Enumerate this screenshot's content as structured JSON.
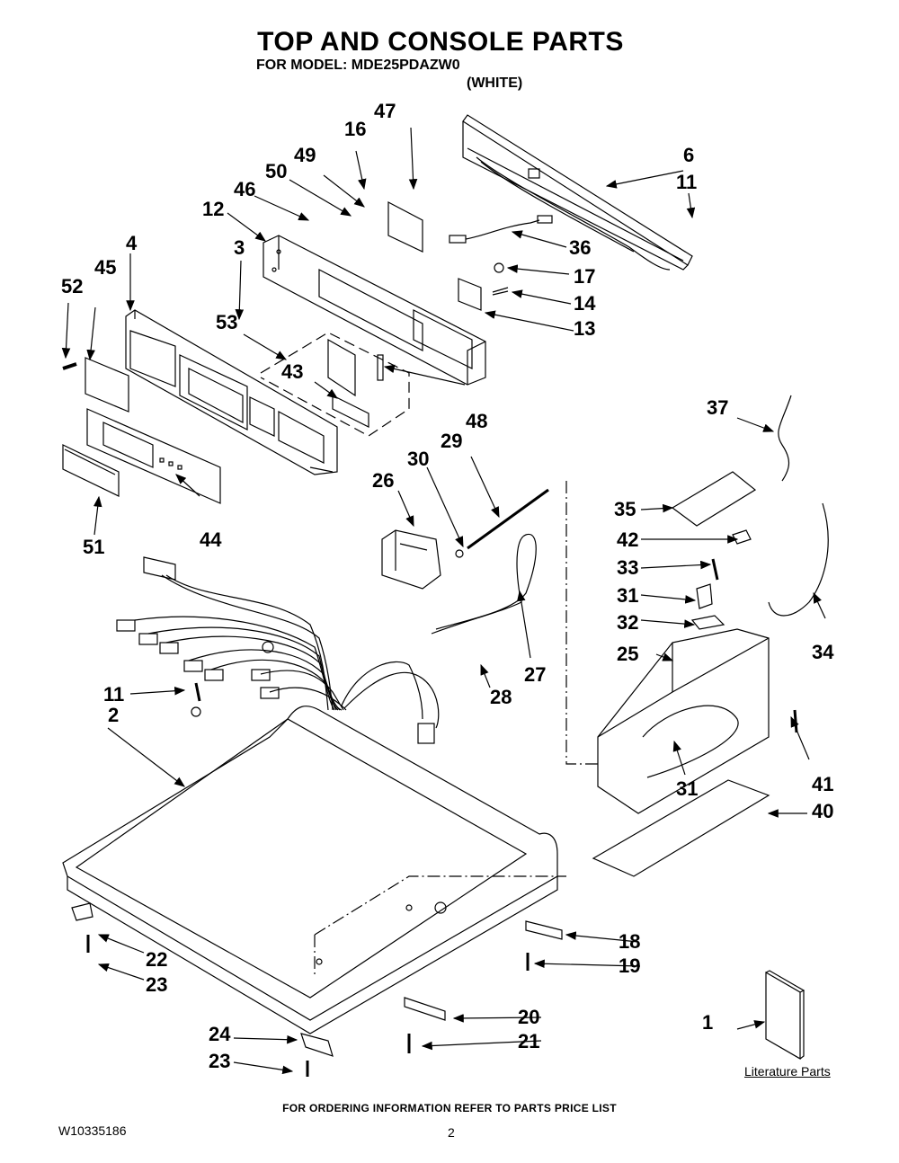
{
  "header": {
    "title": "TOP AND CONSOLE PARTS",
    "subtitle": "FOR MODEL: MDE25PDAZW0",
    "color_variant": "(WHITE)"
  },
  "callouts": [
    {
      "id": "c1",
      "label": "1"
    },
    {
      "id": "c2",
      "label": "2"
    },
    {
      "id": "c3",
      "label": "3"
    },
    {
      "id": "c4",
      "label": "4"
    },
    {
      "id": "c6",
      "label": "6"
    },
    {
      "id": "c11a",
      "label": "11"
    },
    {
      "id": "c11b",
      "label": "11"
    },
    {
      "id": "c12",
      "label": "12"
    },
    {
      "id": "c13",
      "label": "13"
    },
    {
      "id": "c14",
      "label": "14"
    },
    {
      "id": "c16",
      "label": "16"
    },
    {
      "id": "c17",
      "label": "17"
    },
    {
      "id": "c18",
      "label": "18"
    },
    {
      "id": "c19",
      "label": "19"
    },
    {
      "id": "c20",
      "label": "20"
    },
    {
      "id": "c21",
      "label": "21"
    },
    {
      "id": "c22",
      "label": "22"
    },
    {
      "id": "c23a",
      "label": "23"
    },
    {
      "id": "c23b",
      "label": "23"
    },
    {
      "id": "c24",
      "label": "24"
    },
    {
      "id": "c25",
      "label": "25"
    },
    {
      "id": "c26",
      "label": "26"
    },
    {
      "id": "c27",
      "label": "27"
    },
    {
      "id": "c28",
      "label": "28"
    },
    {
      "id": "c29",
      "label": "29"
    },
    {
      "id": "c30",
      "label": "30"
    },
    {
      "id": "c31a",
      "label": "31"
    },
    {
      "id": "c31b",
      "label": "31"
    },
    {
      "id": "c32",
      "label": "32"
    },
    {
      "id": "c33",
      "label": "33"
    },
    {
      "id": "c34",
      "label": "34"
    },
    {
      "id": "c35",
      "label": "35"
    },
    {
      "id": "c36",
      "label": "36"
    },
    {
      "id": "c37",
      "label": "37"
    },
    {
      "id": "c40",
      "label": "40"
    },
    {
      "id": "c41",
      "label": "41"
    },
    {
      "id": "c42",
      "label": "42"
    },
    {
      "id": "c43",
      "label": "43"
    },
    {
      "id": "c44",
      "label": "44"
    },
    {
      "id": "c45",
      "label": "45"
    },
    {
      "id": "c46",
      "label": "46"
    },
    {
      "id": "c47",
      "label": "47"
    },
    {
      "id": "c48",
      "label": "48"
    },
    {
      "id": "c49",
      "label": "49"
    },
    {
      "id": "c50",
      "label": "50"
    },
    {
      "id": "c51",
      "label": "51"
    },
    {
      "id": "c52",
      "label": "52"
    },
    {
      "id": "c53",
      "label": "53"
    }
  ],
  "literature": {
    "label": "Literature Parts"
  },
  "footer": {
    "ordering_note": "FOR ORDERING INFORMATION REFER TO PARTS PRICE LIST",
    "document_number": "W10335186",
    "page_number": "2"
  }
}
